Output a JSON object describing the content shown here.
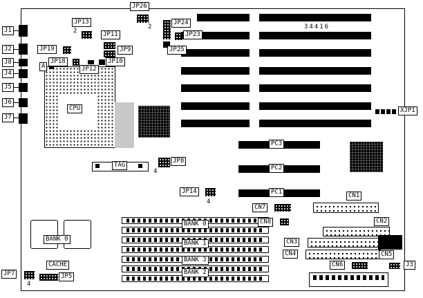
{
  "part_number": "34416",
  "edge": {
    "j1": "J1",
    "j2": "J2",
    "j8": "J8",
    "j4": "J4",
    "j5": "J5",
    "j6": "J6",
    "j7": "J7",
    "j3": "J3"
  },
  "jumpers": {
    "jp5": "JP5",
    "jp7": "JP7",
    "jp8": "JP8",
    "jp9": "JP9",
    "jp10": "JP10",
    "jp11": "JP11",
    "jp12": "JP12",
    "jp13": "JP13",
    "jp14": "JP14",
    "jp18": "JP18",
    "jp19": "JP19",
    "jp23": "JP23",
    "jp24": "JP24",
    "jp25": "JP25",
    "jp26": "JP26",
    "xjp1": "XJP1"
  },
  "pins": {
    "jp13_count": "2",
    "jp26_count": "2",
    "jp8_count": "4",
    "jp14_count": "4",
    "jp7_count": "4",
    "pin_a": "A"
  },
  "chips": {
    "cpu": "CPU",
    "tag": "TAG",
    "cache": "CACHE"
  },
  "slots": {
    "pc1": "PC1",
    "pc2": "PC2",
    "pc3": "PC3"
  },
  "connectors": {
    "cn1": "CN1",
    "cn2": "CN2",
    "cn3": "CN3",
    "cn4": "CN4",
    "cn5": "CN5",
    "cn6": "CN6",
    "cn7": "CN7",
    "cn8": "CN8"
  },
  "memory": {
    "bank0": "BANK 0",
    "bank1": "BANK 1",
    "bank2": "BANK 2",
    "bank3": "BANK 3",
    "cache_bank": "BANK 0"
  }
}
